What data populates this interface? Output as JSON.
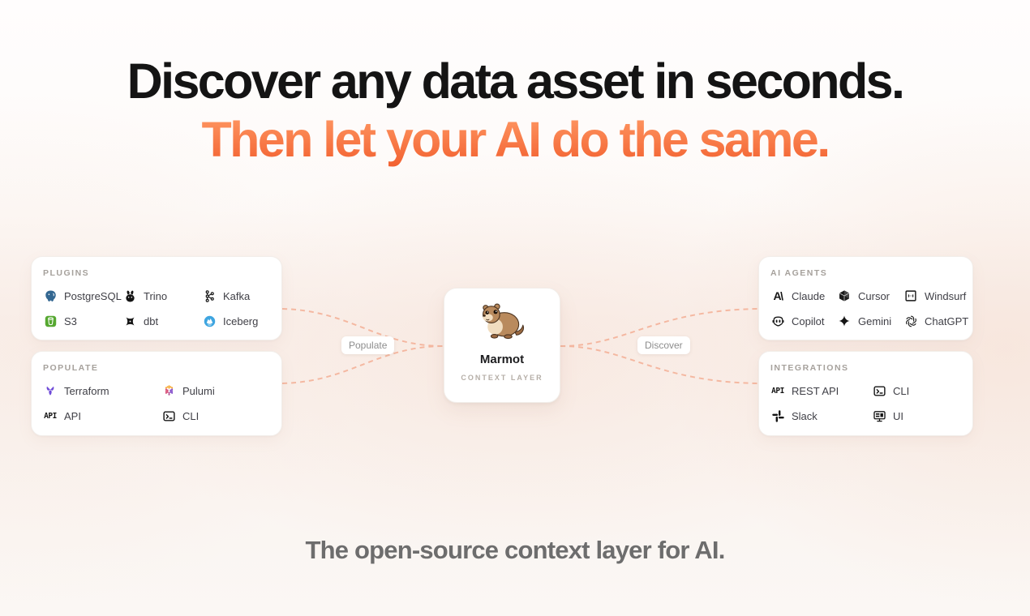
{
  "hero": {
    "line1": "Discover any data asset in seconds.",
    "line2": "Then let your AI do the same."
  },
  "tagline": "The open-source context layer for AI.",
  "diagram": {
    "populate_label": "Populate",
    "discover_label": "Discover",
    "center": {
      "name": "Marmot",
      "subtitle": "CONTEXT LAYER"
    },
    "plugins": {
      "title": "PLUGINS",
      "items": [
        {
          "label": "PostgreSQL",
          "icon": "postgresql-icon"
        },
        {
          "label": "Trino",
          "icon": "trino-icon"
        },
        {
          "label": "Kafka",
          "icon": "kafka-icon"
        },
        {
          "label": "S3",
          "icon": "s3-icon"
        },
        {
          "label": "dbt",
          "icon": "dbt-icon"
        },
        {
          "label": "Iceberg",
          "icon": "iceberg-icon"
        }
      ]
    },
    "populate": {
      "title": "POPULATE",
      "items": [
        {
          "label": "Terraform",
          "icon": "terraform-icon"
        },
        {
          "label": "Pulumi",
          "icon": "pulumi-icon"
        },
        {
          "label": "API",
          "icon": "api-icon"
        },
        {
          "label": "CLI",
          "icon": "cli-icon"
        }
      ]
    },
    "ai_agents": {
      "title": "AI AGENTS",
      "items": [
        {
          "label": "Claude",
          "icon": "claude-icon"
        },
        {
          "label": "Cursor",
          "icon": "cursor-icon"
        },
        {
          "label": "Windsurf",
          "icon": "windsurf-icon"
        },
        {
          "label": "Copilot",
          "icon": "copilot-icon"
        },
        {
          "label": "Gemini",
          "icon": "gemini-icon"
        },
        {
          "label": "ChatGPT",
          "icon": "chatgpt-icon"
        }
      ]
    },
    "integrations": {
      "title": "INTEGRATIONS",
      "items": [
        {
          "label": "REST API",
          "icon": "api-icon"
        },
        {
          "label": "CLI",
          "icon": "cli-icon"
        },
        {
          "label": "Slack",
          "icon": "slack-icon"
        },
        {
          "label": "UI",
          "icon": "ui-monitor-icon"
        }
      ]
    }
  },
  "glyphs": {
    "api": "API",
    "claude": "A\\"
  },
  "colors": {
    "headline_black": "#141414",
    "accent_orange": "#F7703F",
    "tagline_gray": "#6D6D6D",
    "dashed_connector": "#F4AB90",
    "card_background": "#FFFFFF",
    "card_title_gray": "#A6A19C",
    "item_text": "#3F3F46",
    "postgresql_blue": "#336791",
    "s3_green": "#56A831",
    "iceberg_blue": "#3EA5E0",
    "terraform_purple": "#6F4BD8",
    "pulumi_orange": "#F7A72E",
    "pulumi_magenta": "#D5426E",
    "pulumi_purple": "#7D44C8"
  }
}
